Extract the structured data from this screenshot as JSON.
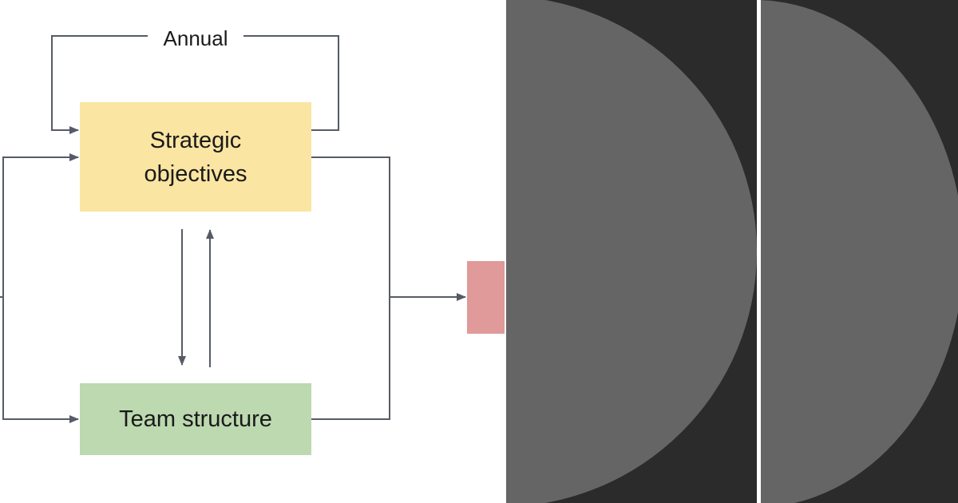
{
  "diagram": {
    "nodes": {
      "strategic_objectives": {
        "label": "Strategic\nobjectives"
      },
      "team_structure": {
        "label": "Team structure"
      },
      "output": {
        "label": ""
      }
    },
    "edges": {
      "annual_loop": {
        "label": "Annual"
      }
    }
  },
  "colors": {
    "strategic_fill": "#fae5a2",
    "team_fill": "#bcd9b0",
    "output_fill": "#e09a9a",
    "connector": "#565b65",
    "panel_background": "#2b2b2b",
    "panel_shape": "#656565"
  }
}
